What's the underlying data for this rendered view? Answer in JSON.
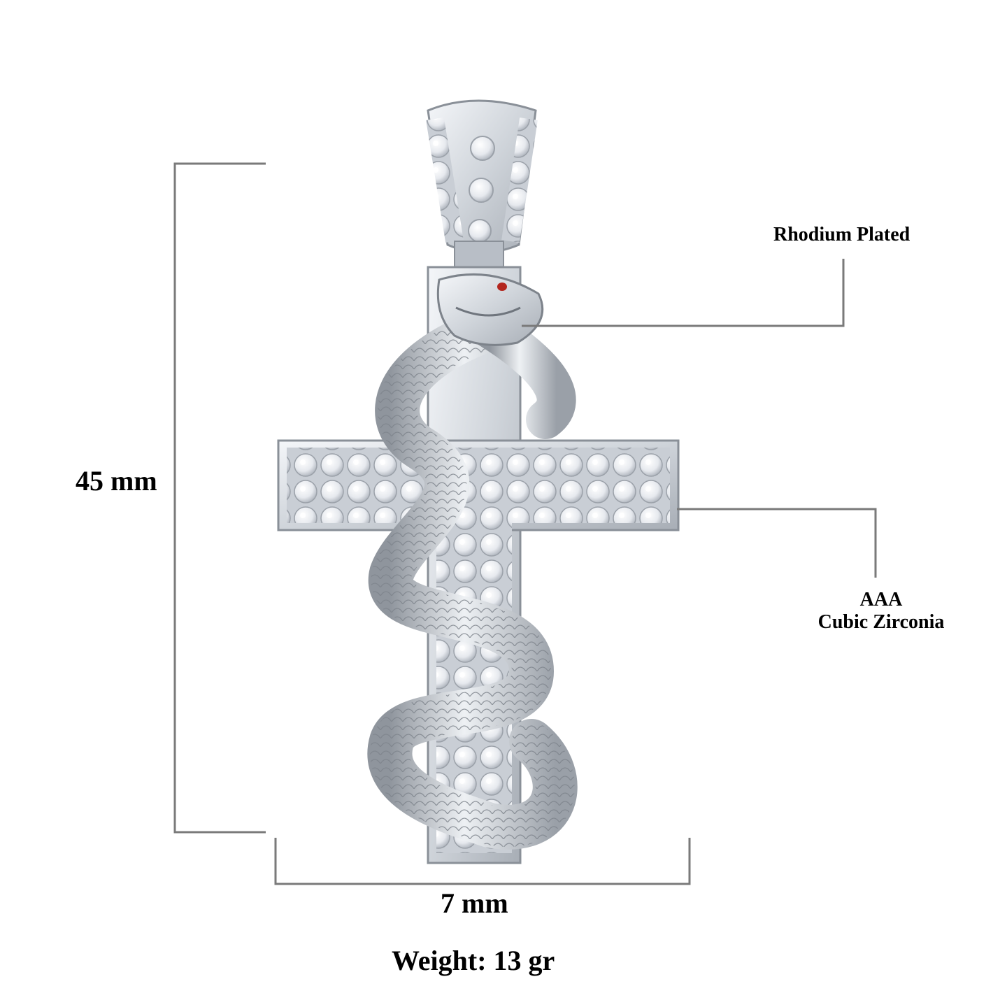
{
  "dimensions": {
    "height": "45 mm",
    "width": "7 mm"
  },
  "weight": "Weight: 13 gr",
  "callouts": {
    "plating": "Rhodium Plated",
    "stone_grade": "AAA",
    "stone_type": "Cubic Zirconia"
  },
  "colors": {
    "metal": "#d9dde3",
    "metal_shadow": "#9aa0a8",
    "stone": "#f3f5f8",
    "guide_line": "#7a7a7a",
    "snake_eye": "#b3261e"
  }
}
